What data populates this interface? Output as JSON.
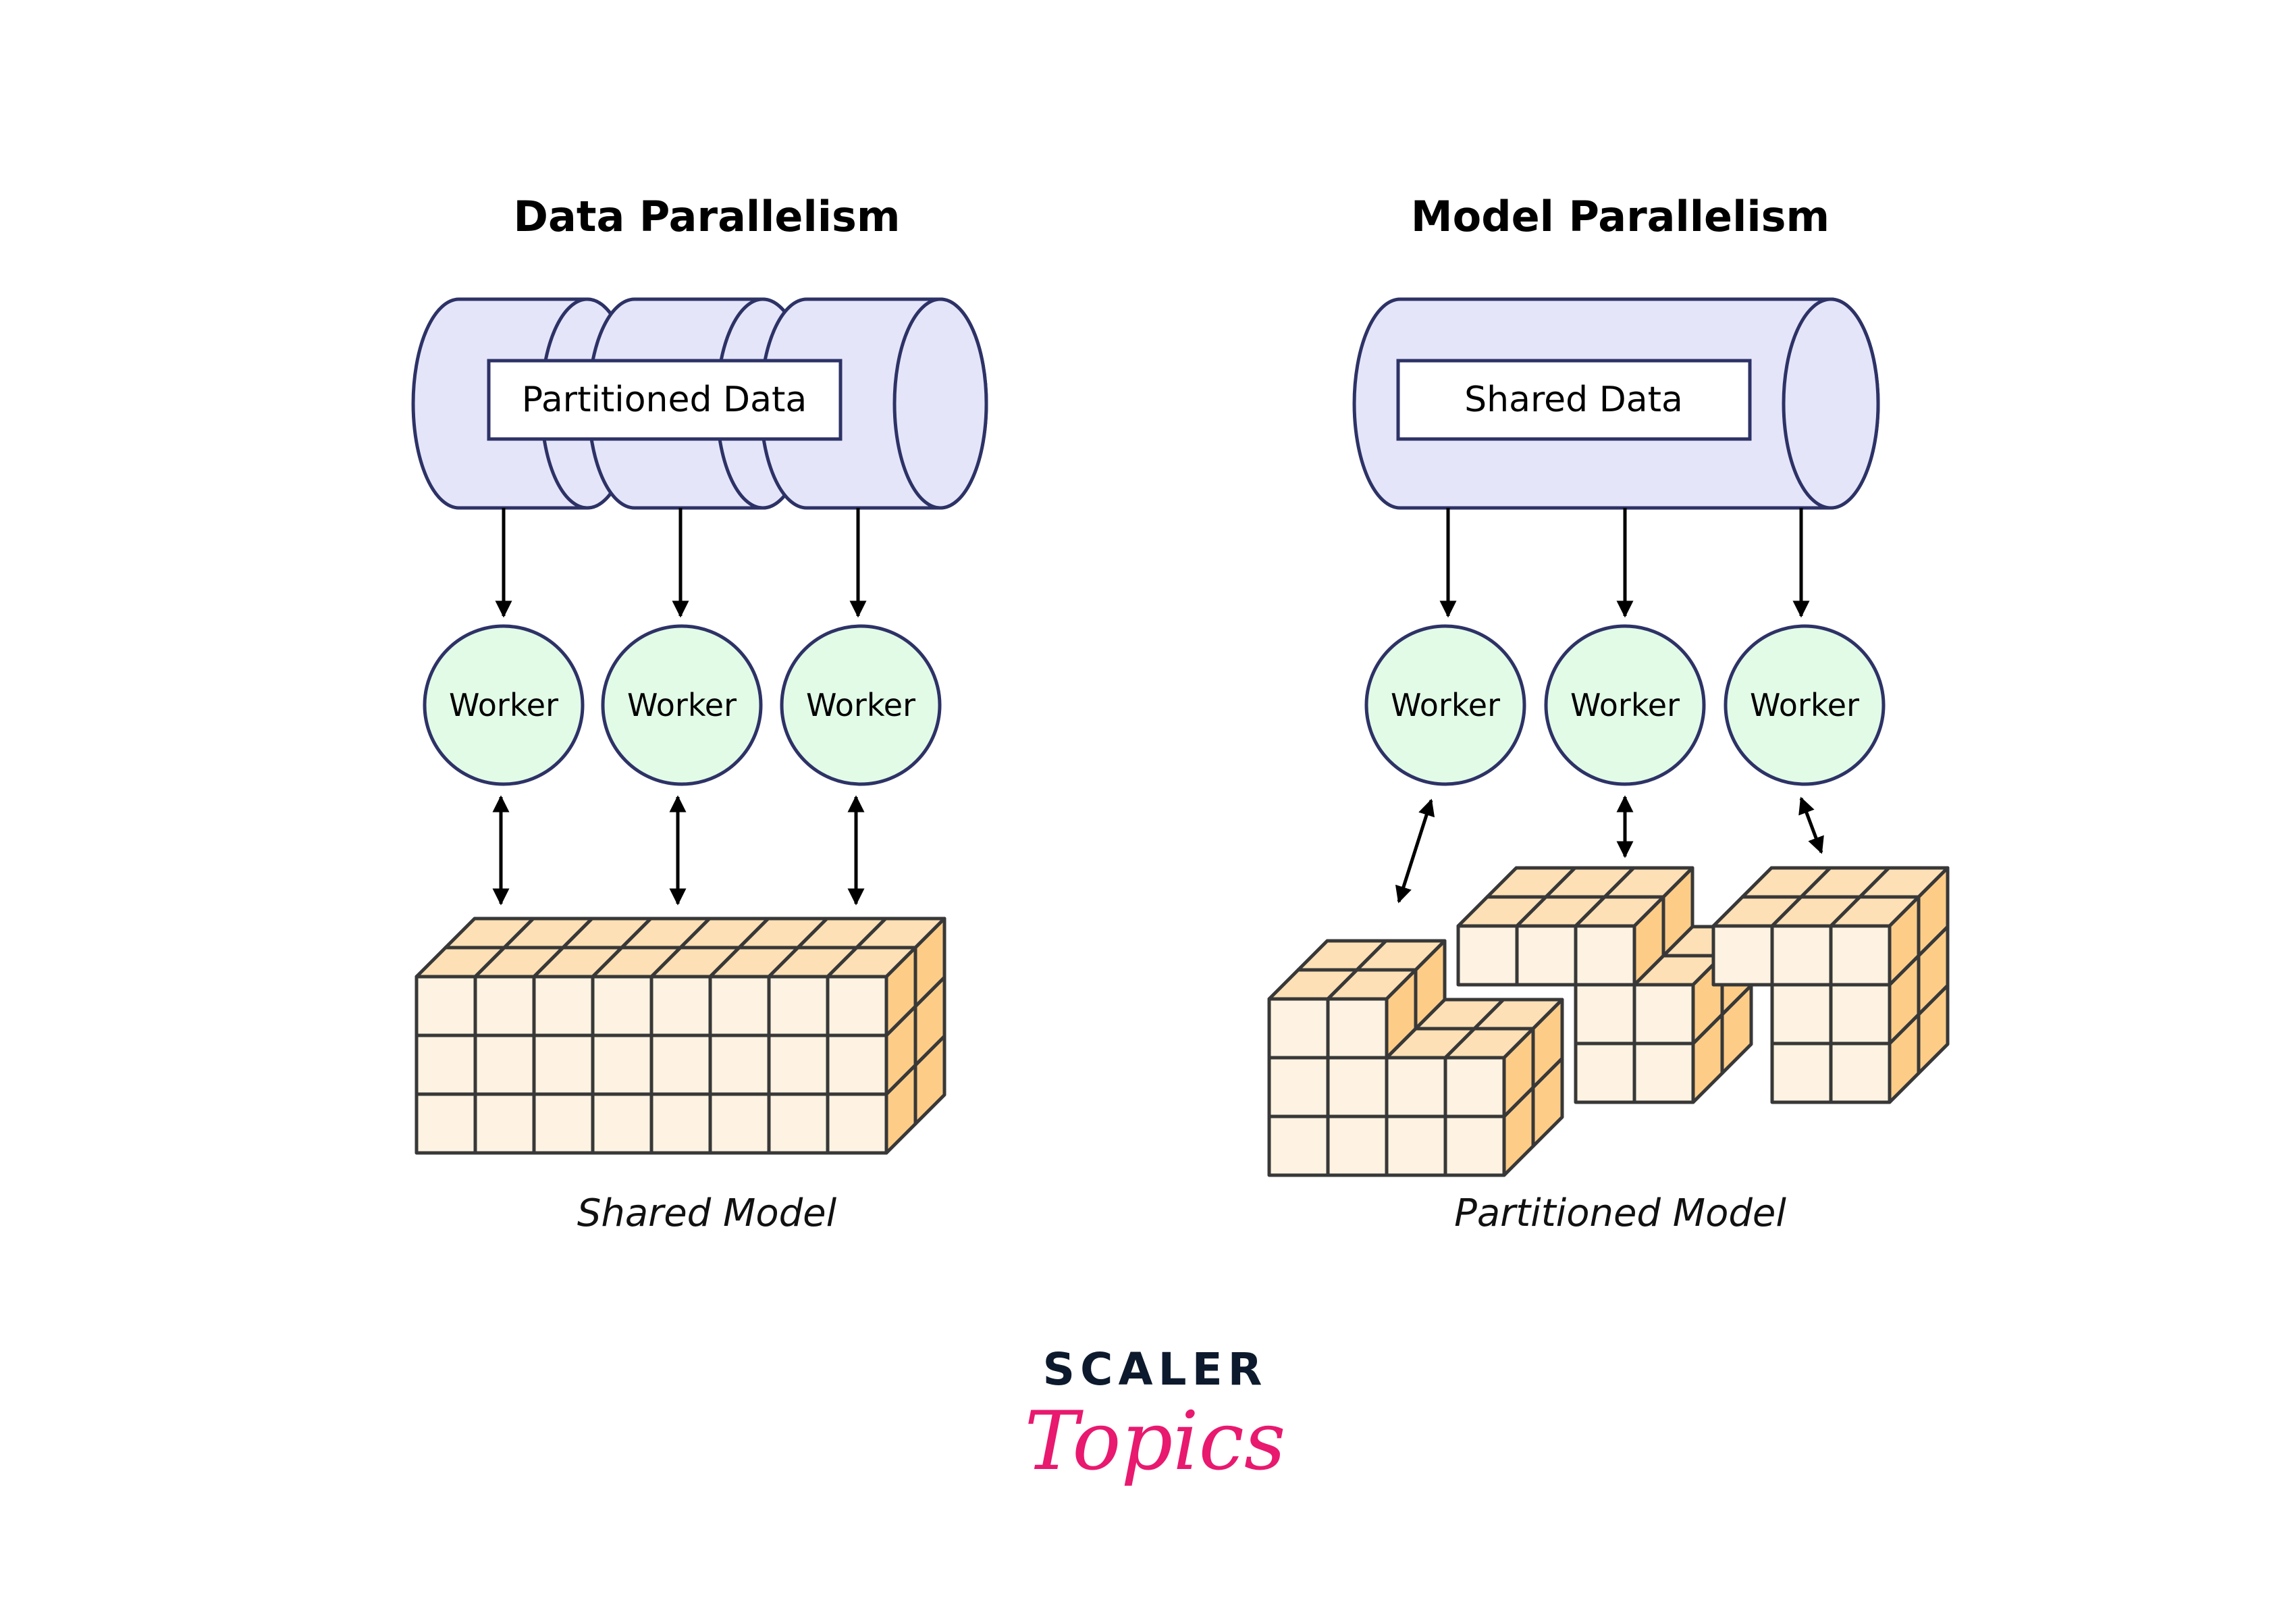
{
  "colors": {
    "cylinder_fill": "#e5e5fa",
    "cylinder_stroke": "#2d3266",
    "worker_fill": "#e2fbe7",
    "cube_front": "#fef3e2",
    "cube_top": "#fde0b5",
    "cube_side": "#fdcd88",
    "logo_dark": "#0d1a2d",
    "logo_pink": "#e8196f"
  },
  "data_parallelism": {
    "title": "Data Parallelism",
    "storage_label": "Partitioned Data",
    "workers": [
      {
        "label": "Worker"
      },
      {
        "label": "Worker"
      },
      {
        "label": "Worker"
      }
    ],
    "model_caption": "Shared Model"
  },
  "model_parallelism": {
    "title": "Model Parallelism",
    "storage_label": "Shared Data",
    "workers": [
      {
        "label": "Worker"
      },
      {
        "label": "Worker"
      },
      {
        "label": "Worker"
      }
    ],
    "model_caption": "Partitioned Model"
  },
  "logo": {
    "brand": "SCALER",
    "sub": "Topics"
  }
}
